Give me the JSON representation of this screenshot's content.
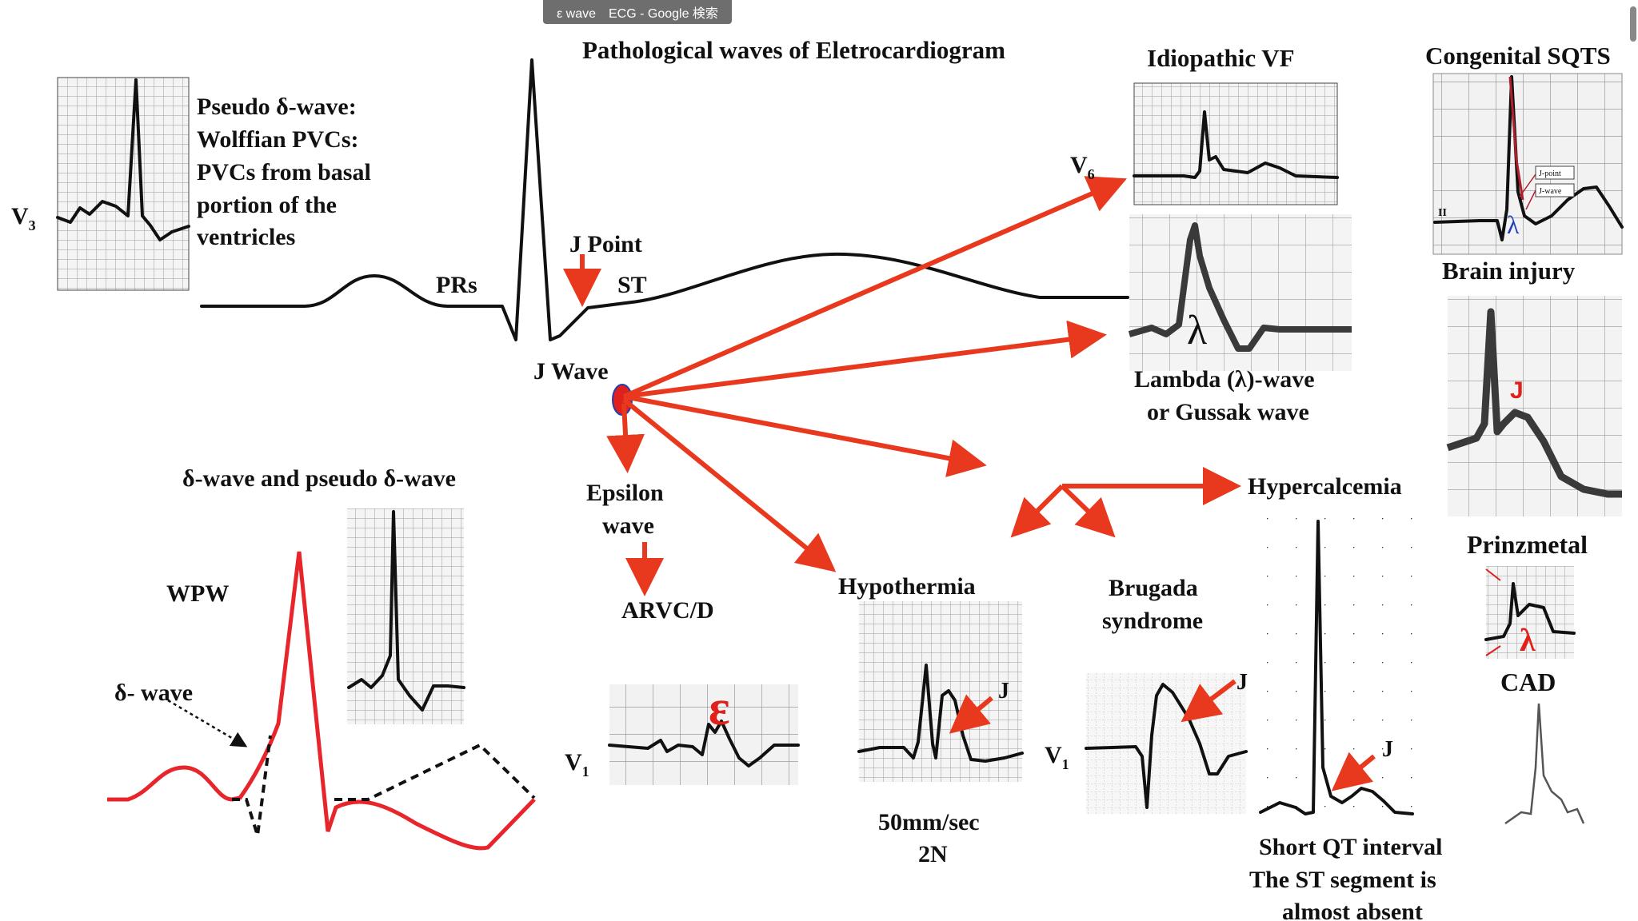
{
  "browser_tab": {
    "title": "ε wave　ECG - Google 検索"
  },
  "figure": {
    "title": "Pathological waves of Eletrocardiogram",
    "central": {
      "prs": "PRs",
      "j_point": "J Point",
      "st": "ST",
      "j_wave": "J Wave",
      "epsilon_line1": "Epsilon",
      "epsilon_line2": "wave",
      "arvc": "ARVC/D"
    },
    "top_left": {
      "lead": "V",
      "lead_sub": "3",
      "lines": [
        "Pseudo δ-wave:",
        "Wolffian PVCs:",
        "PVCs from basal",
        "portion of the",
        "ventricles"
      ]
    },
    "wpw_panel": {
      "heading": "δ-wave and pseudo δ-wave",
      "wpw": "WPW",
      "delta": "δ- wave"
    },
    "epsilon_panel": {
      "lead": "V",
      "lead_sub": "1",
      "symbol": "ε"
    },
    "hypothermia": {
      "label": "Hypothermia",
      "j": "J",
      "speed": "50mm/sec",
      "gain": "2N"
    },
    "brugada": {
      "line1": "Brugada",
      "line2": "syndrome",
      "lead": "V",
      "lead_sub": "1",
      "j": "J"
    },
    "hypercalcemia": {
      "label": "Hypercalcemia",
      "j": "J",
      "lines": [
        "Short QT interval",
        "The ST segment is",
        "almost absent"
      ]
    },
    "idiopathic_vf": {
      "label": "Idiopathic VF",
      "lead": "V",
      "lead_sub": "6",
      "lambda": "λ",
      "caption1": "Lambda (λ)-wave",
      "caption2": "or Gussak wave"
    },
    "right_column": {
      "sqts": "Congenital SQTS",
      "j_point": "J-point",
      "j_wave": "J-wave",
      "lead_ii": "II",
      "lambda": "λ",
      "brain": "Brain injury",
      "brain_j": "J",
      "prinzmetal": "Prinzmetal",
      "prinz_lambda": "λ",
      "cad": "CAD"
    },
    "colors": {
      "arrow": "#e8391e",
      "wpw_trace": "#e8252b",
      "accent_red": "#e0201a",
      "lambda_blue": "#1f3fb5"
    }
  }
}
